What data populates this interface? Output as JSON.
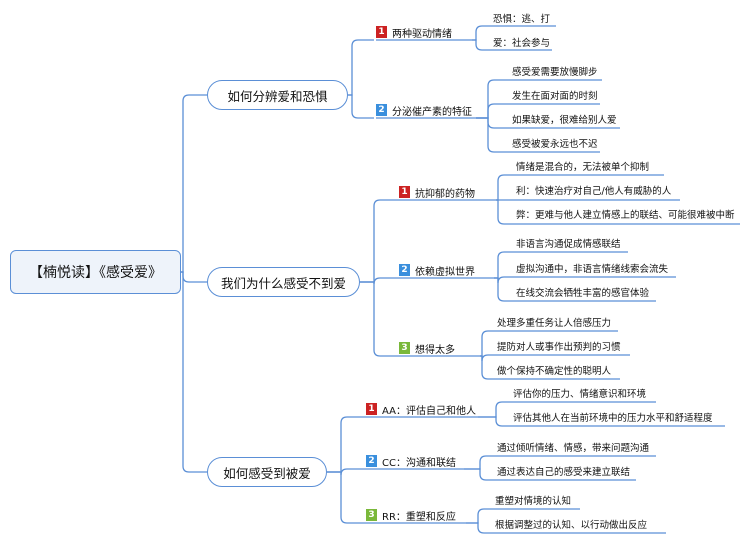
{
  "root": {
    "label": "【楠悦读】《感受爱》"
  },
  "branches": [
    {
      "label": "如何分辨爱和恐惧",
      "children": [
        {
          "num": "1",
          "color": "#cc2222",
          "label": "两种驱动情绪",
          "leaves": [
            "恐惧：逃、打",
            "爱：社会参与"
          ]
        },
        {
          "num": "2",
          "color": "#3a8fdd",
          "label": "分泌催产素的特征",
          "leaves": [
            "感受爱需要放慢脚步",
            "发生在面对面的时刻",
            "如果缺爱，很难给别人爱",
            "感受被爱永远也不迟"
          ]
        }
      ]
    },
    {
      "label": "我们为什么感受不到爱",
      "children": [
        {
          "num": "1",
          "color": "#cc2222",
          "label": "抗抑郁的药物",
          "leaves": [
            "情绪是混合的，无法被单个抑制",
            "利：快速治疗对自己/他人有威胁的人",
            "弊：更难与他人建立情感上的联结、可能很难被中断"
          ]
        },
        {
          "num": "2",
          "color": "#3a8fdd",
          "label": "依赖虚拟世界",
          "leaves": [
            "非语言沟通促成情感联结",
            "虚拟沟通中，非语言情绪线索会流失",
            "在线交流会牺牲丰富的感官体验"
          ]
        },
        {
          "num": "3",
          "color": "#7ab83a",
          "label": "想得太多",
          "leaves": [
            "处理多重任务让人倍感压力",
            "提防对人或事作出预判的习惯",
            "做个保持不确定性的聪明人"
          ]
        }
      ]
    },
    {
      "label": "如何感受到被爱",
      "children": [
        {
          "num": "1",
          "color": "#cc2222",
          "label": "AA：评估自己和他人",
          "leaves": [
            "评估你的压力、情绪意识和环境",
            "评估其他人在当前环境中的压力水平和舒适程度"
          ]
        },
        {
          "num": "2",
          "color": "#3a8fdd",
          "label": "CC：沟通和联结",
          "leaves": [
            "通过倾听情绪、情感，带来问题沟通",
            "通过表达自己的感受来建立联结"
          ]
        },
        {
          "num": "3",
          "color": "#7ab83a",
          "label": "RR：重塑和反应",
          "leaves": [
            "重塑对情境的认知",
            "根据调整过的认知、以行动做出反应"
          ]
        }
      ]
    }
  ]
}
